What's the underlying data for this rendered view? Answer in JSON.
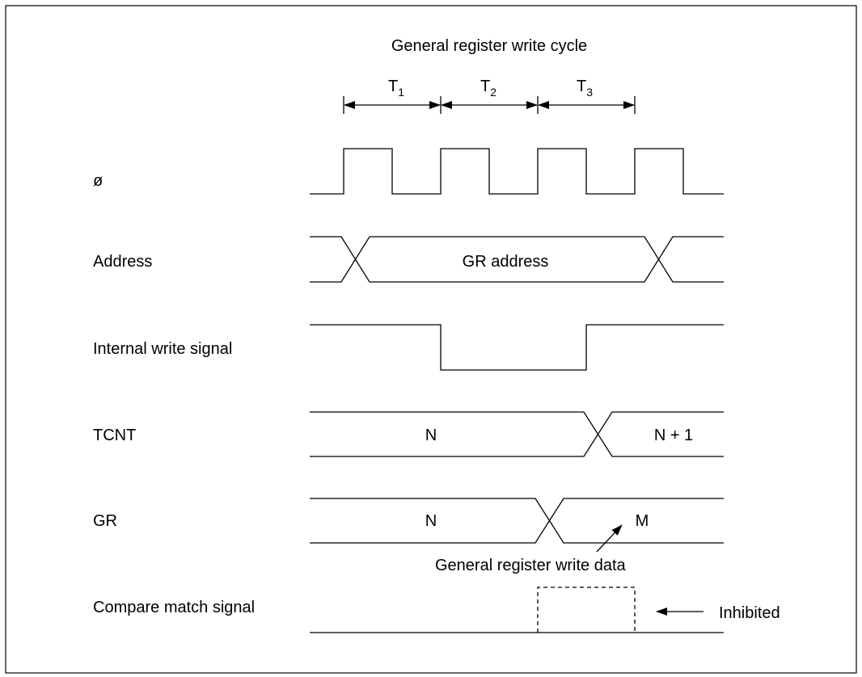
{
  "title": "General register write cycle",
  "cycles": [
    {
      "letter": "T",
      "sub": "1"
    },
    {
      "letter": "T",
      "sub": "2"
    },
    {
      "letter": "T",
      "sub": "3"
    }
  ],
  "signals": {
    "clock": "ø",
    "address": "Address",
    "write": "Internal write signal",
    "tcnt": "TCNT",
    "gr": "GR",
    "compare": "Compare match signal"
  },
  "values": {
    "address": "GR address",
    "tcnt_before": "N",
    "tcnt_after": "N + 1",
    "gr_before": "N",
    "gr_after": "M"
  },
  "annotations": {
    "write_data": "General register write data",
    "inhibited": "Inhibited"
  }
}
